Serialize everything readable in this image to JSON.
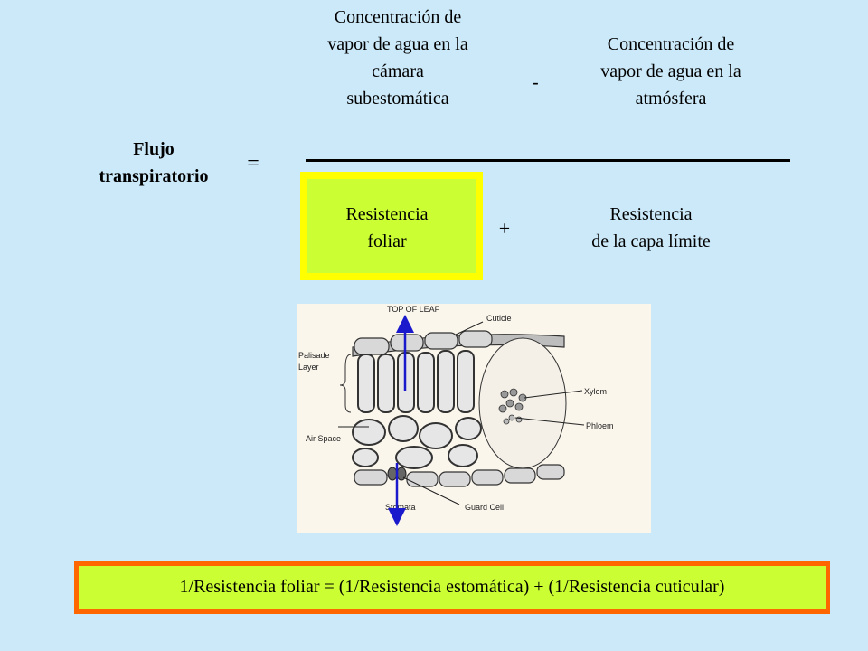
{
  "equation": {
    "lhs_label": "Flujo\ntranspiratorio",
    "equals_sign": "=",
    "numerator_left": "Concentración de\nvapor de agua en la\ncámara\nsubestomática",
    "minus_sign": "-",
    "numerator_right": "Concentración de\nvapor de agua en la\natmósfera",
    "denominator_left": "Resistencia\nfoliar",
    "plus_sign": "+",
    "denominator_right": "Resistencia\nde la capa límite"
  },
  "leaf_diagram": {
    "labels": {
      "top": "TOP OF LEAF",
      "cuticle": "Cuticle",
      "palisade": "Palisade",
      "layer": "Layer",
      "xylem": "Xylem",
      "phloem": "Phloem",
      "air_space": "Air Space",
      "stomata": "Stomata",
      "guard_cell": "Guard Cell"
    },
    "arrow_color": "#1a1acc"
  },
  "formula": {
    "text": "1/Resistencia foliar = (1/Resistencia estomática) + (1/Resistencia cuticular)"
  },
  "colors": {
    "background": "#cce9f9",
    "highlight_yellow": "#ffff00",
    "highlight_green": "#ccff33",
    "formula_border": "#ff6600"
  }
}
